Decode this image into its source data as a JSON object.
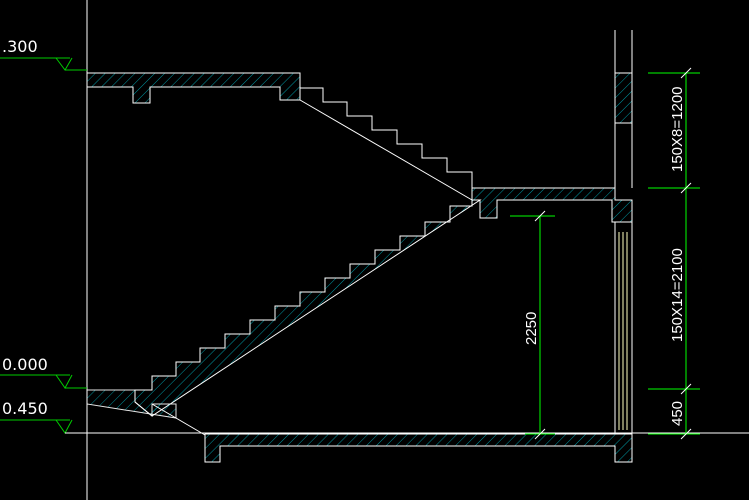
{
  "levels": {
    "upper": ".300",
    "ground": "0.000",
    "basement": "0.450"
  },
  "dimensions": {
    "clearance": "2250",
    "upper_flight": "150X8=1200",
    "lower_flight": "150X14=2100",
    "bottom_step": "450"
  },
  "colors": {
    "background": "#000000",
    "outline": "#ffffff",
    "level_line": "#00cc00",
    "dim_line": "#00ff00",
    "hatch": "#00d8e8",
    "text": "#ffffff"
  }
}
